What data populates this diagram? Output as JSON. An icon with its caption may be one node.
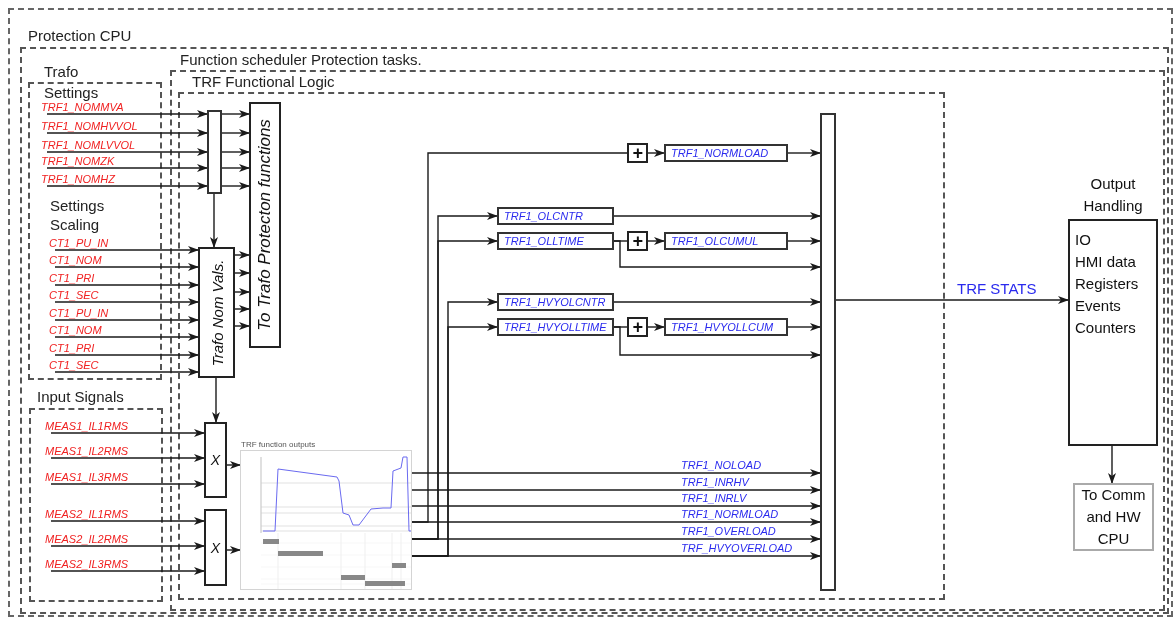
{
  "diagram": {
    "nodes": [
      {
        "text": [],
        "shape": "box"
      },
      {
        "text": [
          "Protection CPU"
        ],
        "in": 0
      },
      {
        "text": [
          "Function scheduler Protection tasks."
        ],
        "in": 1
      },
      {
        "text": [
          "Trafo",
          "Settings",
          "Settings Scaling"
        ],
        "in": 1
      },
      {
        "text": [
          "TRF1_NOMMVA"
        ],
        "in": 3
      },
      {
        "text": [
          "TRF1_NOMHVVOL"
        ],
        "in": 3
      },
      {
        "text": [
          "TRF1_NOMLVVOL"
        ],
        "in": 3
      },
      {
        "text": [
          "TRF1_NOMZK"
        ],
        "in": 3
      },
      {
        "text": [
          "TRF1_NOMHZ"
        ],
        "in": 3
      },
      {
        "text": [
          "CT1_PU_IN"
        ],
        "in": 3
      },
      {
        "text": [
          "CT1_NOM"
        ],
        "in": 3
      },
      {
        "text": [
          "CT1_PRI"
        ],
        "in": 3
      },
      {
        "text": [
          "CT1_SEC"
        ],
        "in": 3
      },
      {
        "text": [
          "CT1_PU_IN"
        ],
        "in": 3
      },
      {
        "text": [
          "CT1_NOM"
        ],
        "in": 3
      },
      {
        "text": [
          "CT1_PRI"
        ],
        "in": 3
      },
      {
        "text": [
          "CT1_SEC"
        ],
        "in": 3
      },
      {
        "text": [
          "Input Signals"
        ],
        "in": 1
      },
      {
        "text": [
          "MEAS1_IL1RMS"
        ],
        "in": 17
      },
      {
        "text": [
          "MEAS1_IL2RMS"
        ],
        "in": 17
      },
      {
        "text": [
          "MEAS1_IL3RMS"
        ],
        "in": 17
      },
      {
        "text": [
          "MEAS2_IL1RMS"
        ],
        "in": 17
      },
      {
        "text": [
          "MEAS2_IL2RMS"
        ],
        "in": 17
      },
      {
        "text": [
          "MEAS2_IL3RMS"
        ],
        "in": 17
      },
      {
        "text": [
          "TRF Functional Logic"
        ],
        "in": 2
      },
      {
        "text": [],
        "shape": "bar",
        "in": 24
      },
      {
        "text": [
          "To Trafo Protecton functions"
        ],
        "in": 24
      },
      {
        "text": [
          "Trafo Nom Vals."
        ],
        "in": 24
      },
      {
        "text": [
          "X"
        ],
        "in": 24
      },
      {
        "text": [
          "X"
        ],
        "in": 24
      },
      {
        "text": [],
        "shape": "picture",
        "beside": [
          "TRF function outputs"
        ],
        "in": 24
      },
      {
        "text": [
          "+"
        ],
        "in": 24
      },
      {
        "text": [
          "TRF1_NORMLOAD"
        ],
        "in": 24
      },
      {
        "text": [
          "TRF1_OLCNTR"
        ],
        "in": 24
      },
      {
        "text": [
          "TRF1_OLLTIME"
        ],
        "in": 24
      },
      {
        "text": [
          "+"
        ],
        "in": 24
      },
      {
        "text": [
          "TRF1_OLCUMUL"
        ],
        "in": 24
      },
      {
        "text": [
          "TRF1_HVYOLCNTR"
        ],
        "in": 24
      },
      {
        "text": [
          "TRF1_HVYOLLTIME"
        ],
        "in": 24
      },
      {
        "text": [
          "+"
        ],
        "in": 24
      },
      {
        "text": [
          "TRF1_HVYOLLCUM"
        ],
        "in": 24
      },
      {
        "text": [],
        "shape": "bar",
        "in": 24
      },
      {
        "text": [
          "Output Handling",
          "IO",
          "HMI data",
          "Registers",
          "Events",
          "Counters"
        ],
        "in": 2
      },
      {
        "text": [
          "To Comm and HW CPU"
        ],
        "in": 2
      }
    ],
    "edges": [
      {
        "from": 4,
        "to": 25,
        "arrow": "to"
      },
      {
        "from": 5,
        "to": 25,
        "arrow": "to"
      },
      {
        "from": 6,
        "to": 25,
        "arrow": "to"
      },
      {
        "from": 7,
        "to": 25,
        "arrow": "to"
      },
      {
        "from": 8,
        "to": 25,
        "arrow": "to"
      },
      {
        "from": 9,
        "to": 27,
        "arrow": "to"
      },
      {
        "from": 10,
        "to": 27,
        "arrow": "to"
      },
      {
        "from": 11,
        "to": 27,
        "arrow": "to"
      },
      {
        "from": 12,
        "to": 27,
        "arrow": "to"
      },
      {
        "from": 13,
        "to": 27,
        "arrow": "to"
      },
      {
        "from": 14,
        "to": 27,
        "arrow": "to"
      },
      {
        "from": 15,
        "to": 27,
        "arrow": "to"
      },
      {
        "from": 16,
        "to": 27,
        "arrow": "to"
      },
      {
        "from": 18,
        "to": 28,
        "arrow": "to"
      },
      {
        "from": 19,
        "to": 28,
        "arrow": "to"
      },
      {
        "from": 20,
        "to": 28,
        "arrow": "to"
      },
      {
        "from": 21,
        "to": 29,
        "arrow": "to"
      },
      {
        "from": 22,
        "to": 29,
        "arrow": "to"
      },
      {
        "from": 23,
        "to": 29,
        "arrow": "to"
      },
      {
        "from": 25,
        "to": 26,
        "arrow": "to"
      },
      {
        "from": 25,
        "to": 26,
        "arrow": "to"
      },
      {
        "from": 25,
        "to": 26,
        "arrow": "to"
      },
      {
        "from": 25,
        "to": 26,
        "arrow": "to"
      },
      {
        "from": 25,
        "to": 26,
        "arrow": "to"
      },
      {
        "from": 25,
        "to": 27,
        "arrow": "to"
      },
      {
        "from": 27,
        "to": 26,
        "arrow": "to"
      },
      {
        "from": 27,
        "to": 26,
        "arrow": "to"
      },
      {
        "from": 27,
        "to": 26,
        "arrow": "to"
      },
      {
        "from": 27,
        "to": 26,
        "arrow": "to"
      },
      {
        "from": 27,
        "to": 26,
        "arrow": "to"
      },
      {
        "from": 27,
        "to": 28,
        "arrow": "to"
      },
      {
        "from": 28,
        "to": 30,
        "arrow": "to"
      },
      {
        "from": 29,
        "to": 30,
        "arrow": "to"
      },
      {
        "from": 30,
        "to": 31,
        "arrow": "none"
      },
      {
        "from": 30,
        "to": 33,
        "arrow": "to"
      },
      {
        "from": 30,
        "to": 34,
        "arrow": "to"
      },
      {
        "from": 30,
        "to": 37,
        "arrow": "to"
      },
      {
        "from": 30,
        "to": 38,
        "arrow": "to"
      },
      {
        "from": 30,
        "to": 41,
        "arrow": "to",
        "label": "TRF1_NOLOAD"
      },
      {
        "from": 30,
        "to": 41,
        "arrow": "to",
        "label": "TRF1_INRHV"
      },
      {
        "from": 30,
        "to": 41,
        "arrow": "to",
        "label": "TRF1_INRLV"
      },
      {
        "from": 30,
        "to": 41,
        "arrow": "to",
        "label": "TRF1_NORMLOAD"
      },
      {
        "from": 30,
        "to": 41,
        "arrow": "to",
        "label": "TRF1_OVERLOAD"
      },
      {
        "from": 30,
        "to": 41,
        "arrow": "to",
        "label": "TRF_HVYOVERLOAD"
      },
      {
        "from": 31,
        "to": 32,
        "arrow": "to"
      },
      {
        "from": 32,
        "to": 41,
        "arrow": "to"
      },
      {
        "from": 33,
        "to": 41,
        "arrow": "to"
      },
      {
        "from": 34,
        "to": 35,
        "arrow": "none"
      },
      {
        "from": 35,
        "to": 36,
        "arrow": "to"
      },
      {
        "from": 36,
        "to": 41,
        "arrow": "to"
      },
      {
        "from": 34,
        "to": 41,
        "arrow": "to"
      },
      {
        "from": 37,
        "to": 41,
        "arrow": "to"
      },
      {
        "from": 38,
        "to": 39,
        "arrow": "none"
      },
      {
        "from": 39,
        "to": 40,
        "arrow": "to"
      },
      {
        "from": 40,
        "to": 41,
        "arrow": "to"
      },
      {
        "from": 38,
        "to": 41,
        "arrow": "to"
      },
      {
        "from": 41,
        "to": 42,
        "arrow": "to",
        "label": "TRF STATS"
      },
      {
        "from": 42,
        "to": 43,
        "arrow": "to"
      }
    ]
  }
}
